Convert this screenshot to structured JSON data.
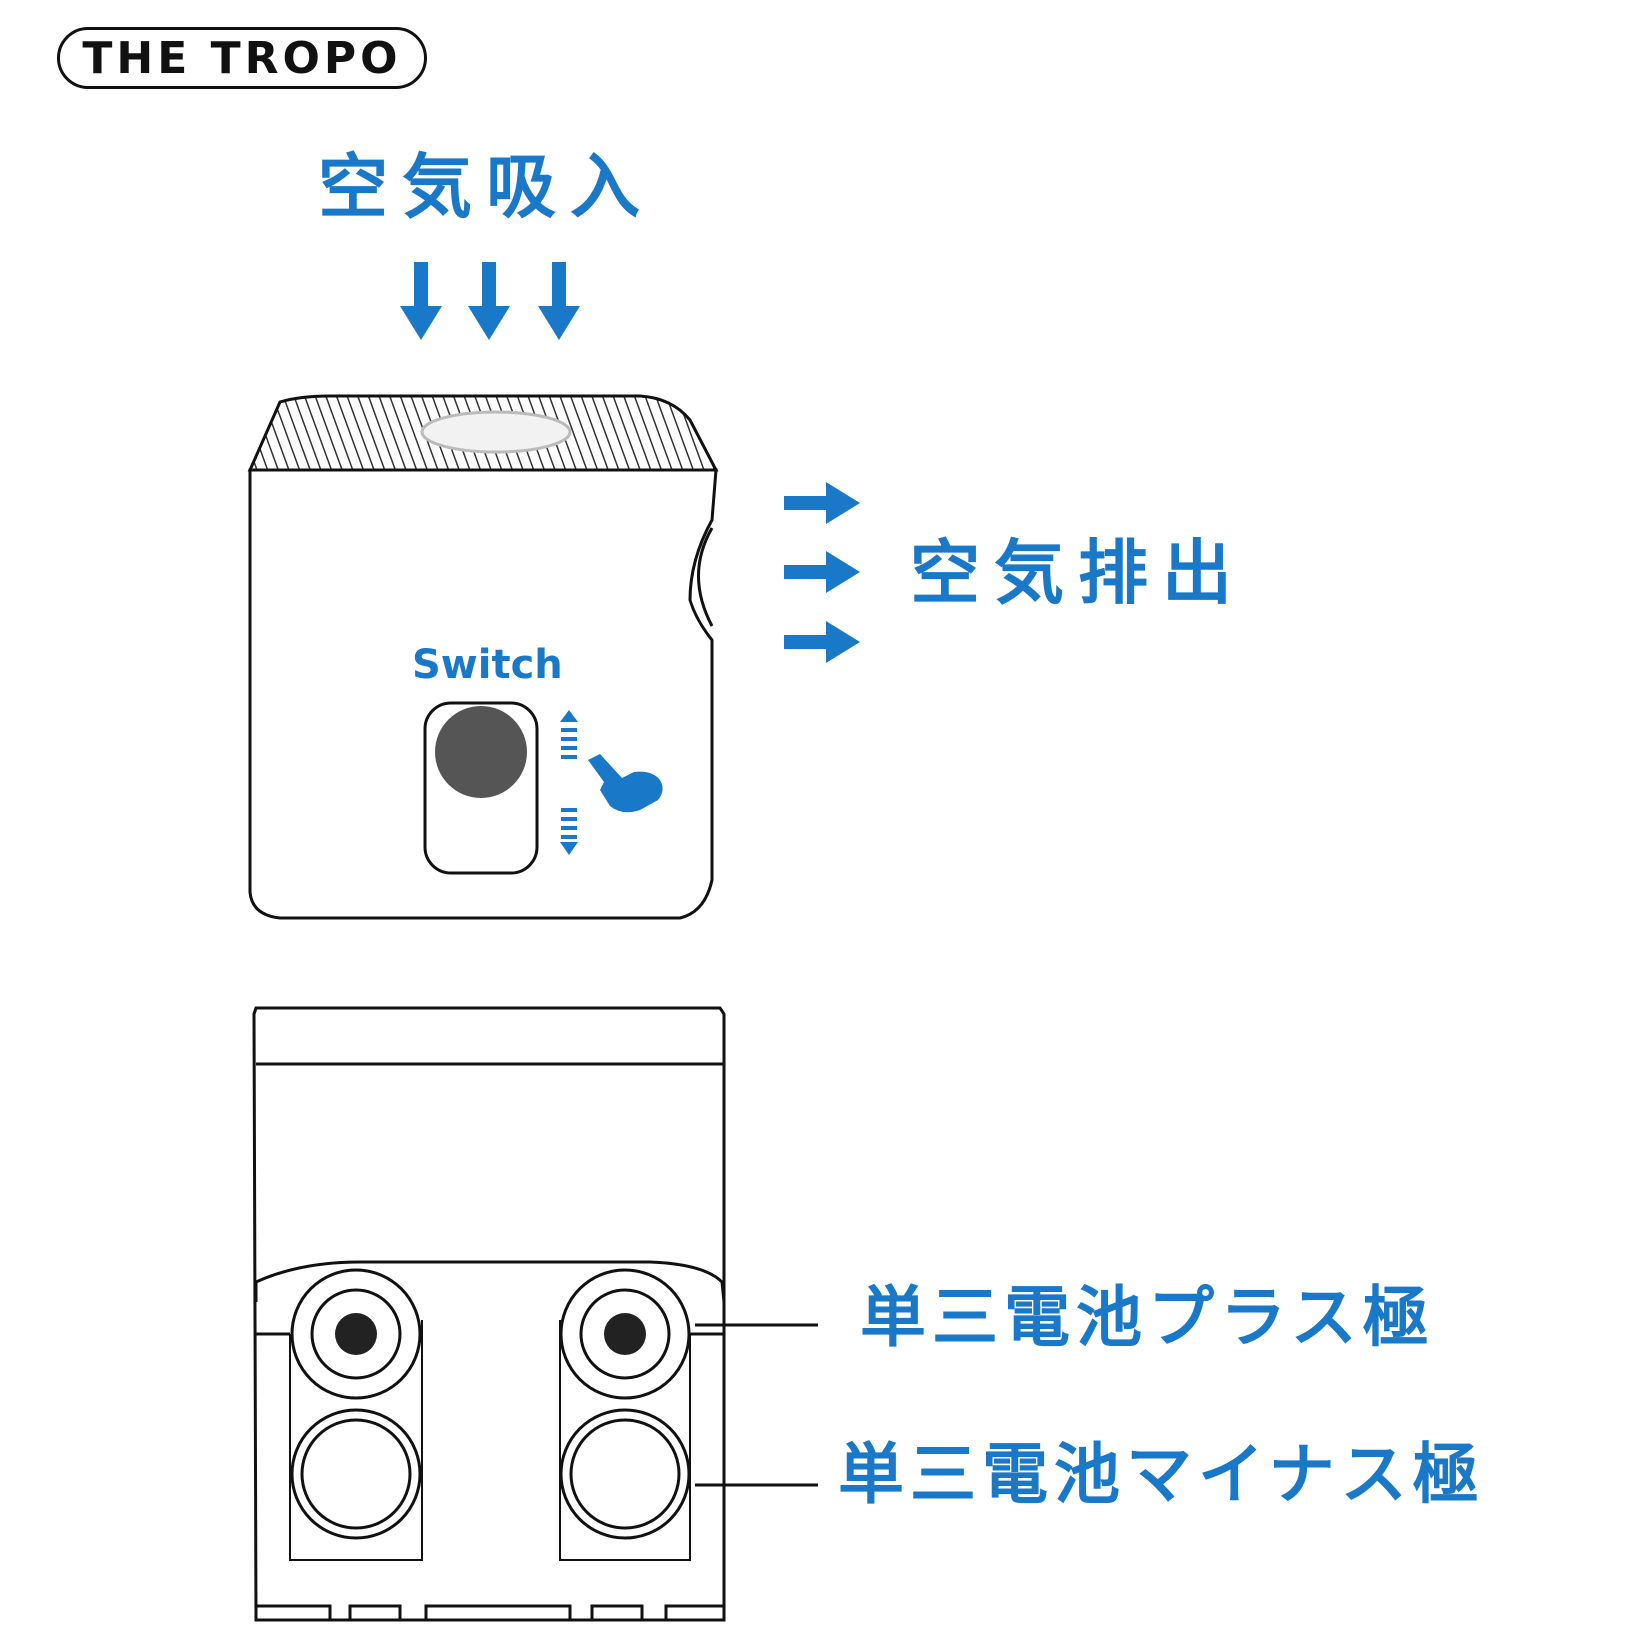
{
  "brand": {
    "name": "THE TROPO"
  },
  "labels": {
    "air_intake": "空気吸入",
    "air_exhaust": "空気排出",
    "switch": "Switch",
    "battery_plus": "単三電池プラス極",
    "battery_minus": "単三電池マイナス極"
  },
  "colors": {
    "accent_blue": "#1a78c8",
    "line": "#111111",
    "button_gray": "#555555"
  },
  "icons": {
    "intake_arrows": "arrow-down-icon",
    "exhaust_arrows": "arrow-right-icon",
    "hand": "pointing-hand-icon",
    "slide_up": "dashed-arrow-up-icon",
    "slide_down": "dashed-arrow-down-icon"
  }
}
